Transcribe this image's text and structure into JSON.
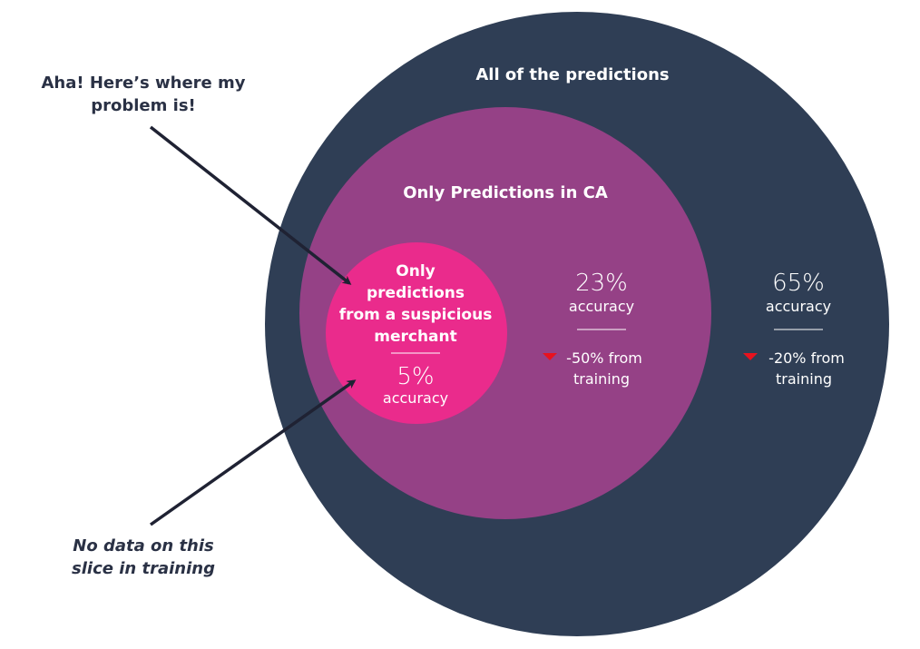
{
  "colors": {
    "outer_circle": "#2f3e55",
    "middle_circle": "#954186",
    "inner_circle": "#ea2b8c",
    "down_triangle": "#e8121e",
    "arrow": "#1f2233"
  },
  "outer": {
    "title": "All of the predictions",
    "accuracy_value": "65%",
    "accuracy_label": "accuracy",
    "delta_line1": "-20% from",
    "delta_line2": "training",
    "delta_icon": "down-triangle-icon"
  },
  "middle": {
    "title": "Only Predictions in CA",
    "accuracy_value": "23%",
    "accuracy_label": "accuracy",
    "delta_line1": "-50% from",
    "delta_line2": "training",
    "delta_icon": "down-triangle-icon"
  },
  "inner": {
    "title_line1": "Only",
    "title_line2": "predictions",
    "title_line3": "from a suspicious",
    "title_line4": "merchant",
    "accuracy_value": "5%",
    "accuracy_label": "accuracy"
  },
  "annotations": {
    "top_line1": "Aha! Here’s where my",
    "top_line2": "problem is!",
    "bottom_line1": "No data on this",
    "bottom_line2": "slice in training"
  }
}
